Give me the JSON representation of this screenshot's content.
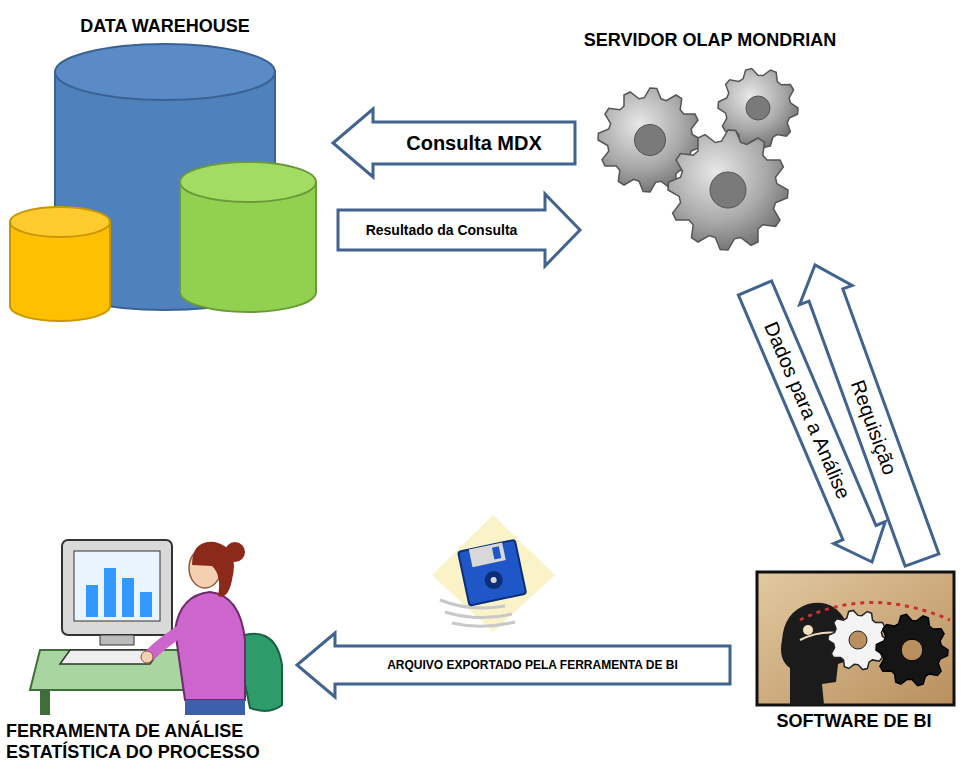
{
  "diagram": {
    "nodes": [
      {
        "text": [
          "DATA WAREHOUSE"
        ]
      },
      {
        "text": [
          "SERVIDOR OLAP MONDRIAN"
        ]
      },
      {
        "text": [
          "SOFTWARE DE BI"
        ]
      },
      {
        "text": [
          "FERRAMENTA DE ANÁLISE ESTATÍSTICA DO PROCESSO"
        ]
      }
    ],
    "edges": [
      {
        "from": 1,
        "to": 0,
        "label": "Consulta MDX",
        "arrow": "to"
      },
      {
        "from": 0,
        "to": 1,
        "label": "Resultado da Consulta",
        "arrow": "to"
      },
      {
        "from": 1,
        "to": 2,
        "label": "Dados para a Análise",
        "arrow": "to"
      },
      {
        "from": 2,
        "to": 1,
        "label": "Requisição",
        "arrow": "to"
      },
      {
        "from": 2,
        "to": 3,
        "label": "ARQUIVO EXPORTADO PELA FERRAMENTA DE BI",
        "arrow": "to"
      }
    ]
  }
}
